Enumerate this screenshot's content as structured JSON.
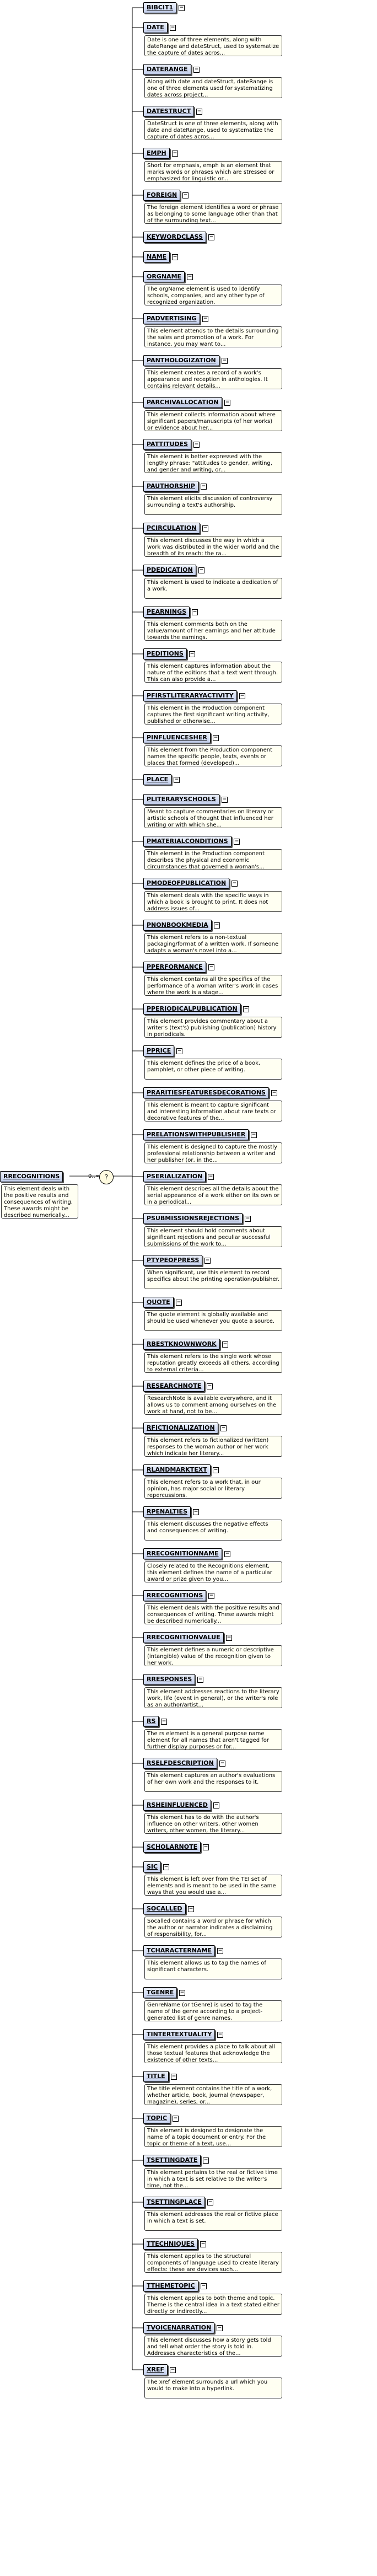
{
  "root": {
    "name": "RRECOGNITIONS",
    "desc": "This element deals with the positive results and consequences of writing. These awards might be described numerically...",
    "multiplicity": "0..∞",
    "choice_symbol": "?"
  },
  "elements": [
    {
      "name": "BIBCIT1",
      "desc": ""
    },
    {
      "name": "DATE",
      "desc": "Date is one of three elements, along with dateRange and dateStruct, used to systematize the capture of dates acros..."
    },
    {
      "name": "DATERANGE",
      "desc": "Along with date and dateStruct, dateRange is one of three elements used for systematizing dates across project..."
    },
    {
      "name": "DATESTRUCT",
      "desc": "DateStruct is one of three elements, along with date and dateRange, used to systematize the capture of dates acros..."
    },
    {
      "name": "EMPH",
      "desc": "Short for emphasis, emph is an element that marks words or phrases which are stressed or emphasized for linguistic or..."
    },
    {
      "name": "FOREIGN",
      "desc": "The foreign element identifies a word or phrase as belonging to some language other than that of the surrounding text..."
    },
    {
      "name": "KEYWORDCLASS",
      "desc": ""
    },
    {
      "name": "NAME",
      "desc": ""
    },
    {
      "name": "ORGNAME",
      "desc": "The orgName element is used to identify schools, companies, and any other type of recognized organization."
    },
    {
      "name": "PADVERTISING",
      "desc": "This element attends to the details surrounding the sales and promotion of a work. For instance, you may want to..."
    },
    {
      "name": "PANTHOLOGIZATION",
      "desc": "This element creates a record of a work's appearance and reception in anthologies. It contains relevant details..."
    },
    {
      "name": "PARCHIVALLOCATION",
      "desc": "This element collects information about where significant papers/manuscripts (of her works) or evidence about her..."
    },
    {
      "name": "PATTITUDES",
      "desc": "This element is better expressed with the lengthy phrase: \"attitudes to gender, writing, and gender and writing, or..."
    },
    {
      "name": "PAUTHORSHIP",
      "desc": "This element elicits discussion of controversy surrounding a text's authorship."
    },
    {
      "name": "PCIRCULATION",
      "desc": "This element discusses the way in which a work was distributed in the wider world and the breadth of its reach: the ra..."
    },
    {
      "name": "PDEDICATION",
      "desc": "This element is used to indicate a dedication of a work."
    },
    {
      "name": "PEARNINGS",
      "desc": "This element comments both on the value/amount of her earnings and her attitude towards the earnings."
    },
    {
      "name": "PEDITIONS",
      "desc": "This element captures information about the nature of the editions that a text went through. This can also provide a..."
    },
    {
      "name": "PFIRSTLITERARYACTIVITY",
      "desc": "This element in the Production component captures the first significant writing activity, published or otherwise..."
    },
    {
      "name": "PINFLUENCESHER",
      "desc": "This element from the Production component names the specific people, texts, events or places that formed (developed)..."
    },
    {
      "name": "PLACE",
      "desc": ""
    },
    {
      "name": "PLITERARYSCHOOLS",
      "desc": "Meant to capture commentaries on literary or artistic schools of thought that influenced her writing or with which she..."
    },
    {
      "name": "PMATERIALCONDITIONS",
      "desc": "This element in the Production component describes the physical and economic circumstances that governed a woman's..."
    },
    {
      "name": "PMODEOFPUBLICATION",
      "desc": "This element deals with the specific ways in which a book is brought to print. It does not address issues of..."
    },
    {
      "name": "PNONBOOKMEDIA",
      "desc": "This element refers to a non-textual packaging/format of a written work. If someone adapts a woman's novel into a..."
    },
    {
      "name": "PPERFORMANCE",
      "desc": "This element contains all the specifics of the performance of a woman writer's work in cases where the work is a stage..."
    },
    {
      "name": "PPERIODICALPUBLICATION",
      "desc": "This element provides commentary about a writer's (text's) publishing (publication) history in periodicals."
    },
    {
      "name": "PPRICE",
      "desc": "This element defines the price of a book, pamphlet, or other piece of writing."
    },
    {
      "name": "PRARITIESFEATURESDECORATIONS",
      "desc": "This element is meant to capture significant and interesting information about rare texts or decorative features of the..."
    },
    {
      "name": "PRELATIONSWITHPUBLISHER",
      "desc": "This element is designed to capture the mostly professional relationship between a writer and her publisher (or, in the..."
    },
    {
      "name": "PSERIALIZATION",
      "desc": "This element describes all the details about the serial appearance of a work either on its own or in a periodical..."
    },
    {
      "name": "PSUBMISSIONSREJECTIONS",
      "desc": "This element should hold comments about significant rejections and peculiar successful submissions of the work to..."
    },
    {
      "name": "PTYPEOFPRESS",
      "desc": "When significant, use this element to record specifics about the printing operation/publisher."
    },
    {
      "name": "QUOTE",
      "desc": "The quote element is globally available and should be used whenever you quote a source."
    },
    {
      "name": "RBESTKNOWNWORK",
      "desc": "This element refers to the single work whose reputation greatly exceeds all others, according to external criteria..."
    },
    {
      "name": "RESEARCHNOTE",
      "desc": "ResearchNote is available everywhere, and it allows us to comment among ourselves on the work at hand, not to be..."
    },
    {
      "name": "RFICTIONALIZATION",
      "desc": "This element refers to fictionalized (written) responses to the woman author or her work which indicate her literary..."
    },
    {
      "name": "RLANDMARKTEXT",
      "desc": "This element refers to a work that, in our opinion, has major social or literary repercussions."
    },
    {
      "name": "RPENALTIES",
      "desc": "This element discusses the negative effects and consequences of writing."
    },
    {
      "name": "RRECOGNITIONNAME",
      "desc": "Closely related to the Recognitions element, this element defines the name of a particular award or prize given to you..."
    },
    {
      "name": "RRECOGNITIONS",
      "desc": "This element deals with the positive results and consequences of writing. These awards might be described numerically..."
    },
    {
      "name": "RRECOGNITIONVALUE",
      "desc": "This element defines a numeric or descriptive (intangible) value of the recognition given to her work."
    },
    {
      "name": "RRESPONSES",
      "desc": "This element addresses reactions to the literary work, life (event in general), or the writer's role as an author/artist..."
    },
    {
      "name": "RS",
      "desc": "The rs element is a general purpose name element for all names that aren't tagged for further display purposes or for..."
    },
    {
      "name": "RSELFDESCRIPTION",
      "desc": "This element captures an author's evaluations of her own work and the responses to it."
    },
    {
      "name": "RSHEINFLUENCED",
      "desc": "This element has to do with the author's influence on other writers, other women writers, other women, the literary..."
    },
    {
      "name": "SCHOLARNOTE",
      "desc": ""
    },
    {
      "name": "SIC",
      "desc": "This element is left over from the TEI set of elements and is meant to be used in the same ways that you would use a..."
    },
    {
      "name": "SOCALLED",
      "desc": "Socalled contains a word or phrase for which the author or narrator indicates a disclaiming of responsibility, for..."
    },
    {
      "name": "TCHARACTERNAME",
      "desc": "This element allows us to tag the names of significant characters."
    },
    {
      "name": "TGENRE",
      "desc": "GenreName (or tGenre) is used to tag the name of the genre according to a project-generated list of genre names."
    },
    {
      "name": "TINTERTEXTUALITY",
      "desc": "This element provides a place to talk about all those textual features that acknowledge the existence of other texts..."
    },
    {
      "name": "TITLE",
      "desc": "The title element contains the title of a work, whether article, book, journal (newspaper, magazine), series, or..."
    },
    {
      "name": "TOPIC",
      "desc": "This element is designed to designate the name of a topic document or entry. For the topic or theme of a text, use..."
    },
    {
      "name": "TSETTINGDATE",
      "desc": "This element pertains to the real or fictive time in which a text is set relative to the writer's time, not the..."
    },
    {
      "name": "TSETTINGPLACE",
      "desc": "This element addresses the real or fictive place in which a text is set."
    },
    {
      "name": "TTECHNIQUES",
      "desc": "This element applies to the structural components of language used to create literary effects: these are devices such..."
    },
    {
      "name": "TTHEMETOPIC",
      "desc": "This element applies to both theme and topic. Theme is the central idea in a text stated either directly or indirectly..."
    },
    {
      "name": "TVOICENARRATION",
      "desc": "This element discusses how a story gets told and tell what order the story is told in. Addresses characteristics of the..."
    },
    {
      "name": "XREF",
      "desc": "The xref element surrounds a url which you would to make into a hyperlink."
    }
  ]
}
